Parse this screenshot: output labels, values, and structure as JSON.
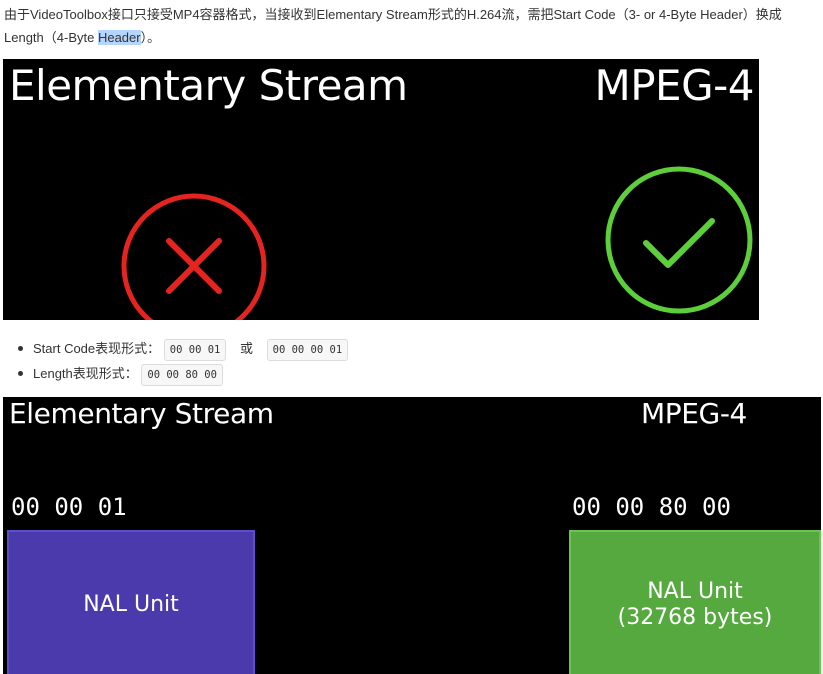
{
  "intro": {
    "text_before": "由于VideoToolbox接口只接受MP4容器格式，当接收到Elementary Stream形式的H.264流，需把Start Code（3- or 4-Byte Header）换成Length（4-Byte ",
    "text_highlight": "Header",
    "text_after": "）。"
  },
  "slide1": {
    "title_left": "Elementary Stream",
    "title_right": "MPEG-4",
    "left_icon": "red-x-circle-icon",
    "right_icon": "green-check-circle-icon",
    "colors": {
      "red": "#e52420",
      "green": "#5ccf3a"
    }
  },
  "list": {
    "items": [
      {
        "label": "Start Code表现形式：",
        "code1": "00 00 01",
        "or": "或",
        "code2": "00 00 00 01"
      },
      {
        "label": "Length表现形式：",
        "code1": "00 00 80 00"
      }
    ]
  },
  "slide2": {
    "title_left": "Elementary Stream",
    "title_right": "MPEG-4",
    "hex_left": "00 00 01",
    "hex_right": "00 00 80 00",
    "box_left": {
      "line1": "NAL Unit"
    },
    "box_right": {
      "line1": "NAL Unit",
      "line2": "(32768 bytes)"
    },
    "colors": {
      "purple": "#4b3aab",
      "green": "#56a93e"
    }
  }
}
